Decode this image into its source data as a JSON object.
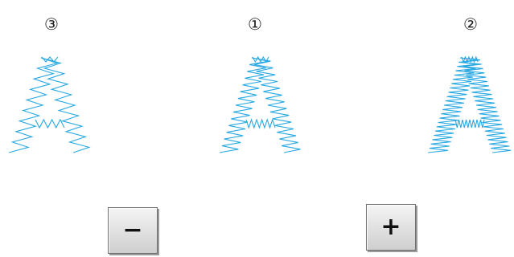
{
  "markers": {
    "left": "③",
    "center": "①",
    "right": "②"
  },
  "previews": [
    {
      "label": "③",
      "density": "low"
    },
    {
      "label": "①",
      "density": "medium"
    },
    {
      "label": "②",
      "density": "high"
    }
  ],
  "buttons": {
    "minus_label": "−",
    "plus_label": "+"
  },
  "colors": {
    "stitch": "#29a9e1",
    "background": "#ffffff"
  }
}
